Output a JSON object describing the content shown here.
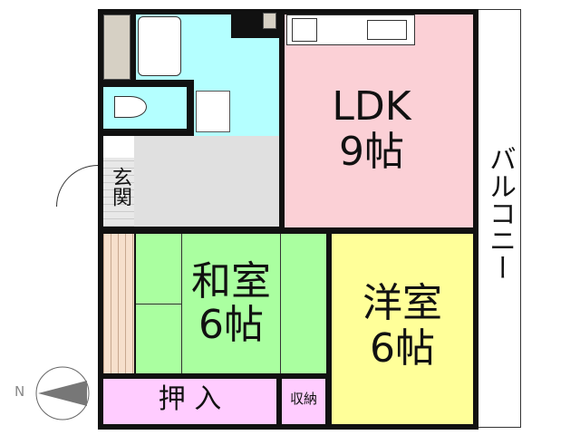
{
  "rooms": {
    "ldk": {
      "name": "LDK",
      "size": "9帖",
      "color": "#fbd0d6"
    },
    "washitsu": {
      "name": "和室",
      "size": "6帖",
      "color": "#aaffa0"
    },
    "youshitsu": {
      "name": "洋室",
      "size": "6帖",
      "color": "#ffff99"
    },
    "oshiire": {
      "name": "押 入",
      "color": "#ffccff"
    },
    "shuno": {
      "name": "収納",
      "color": "#ffccff"
    },
    "genkan": {
      "name": "玄関"
    },
    "balcony": {
      "name": "バルコニー"
    }
  },
  "compass": {
    "label": "N"
  },
  "colors": {
    "wet_area": "#b4ffff",
    "hall": "#e0e0e0",
    "wall": "#111111"
  }
}
